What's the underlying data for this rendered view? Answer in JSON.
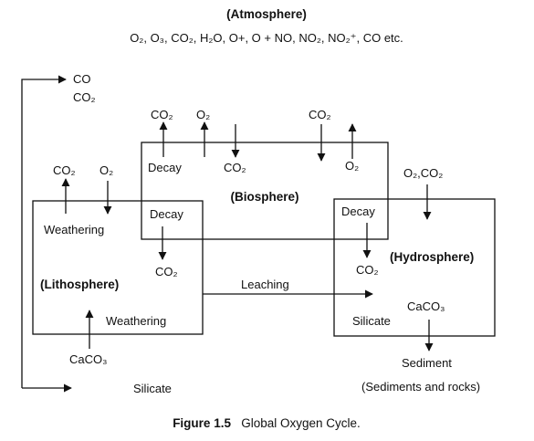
{
  "atmosphere": {
    "title": "(Atmosphere)",
    "species": "O₂, O₃, CO₂, H₂O, O+, O + NO, NO₂, NO₂⁺, CO etc."
  },
  "top_left": {
    "co": "CO",
    "co2": "CO₂"
  },
  "biosphere": {
    "title": "(Biosphere)",
    "top_co2_left": "CO₂",
    "top_o2_left": "O₂",
    "top_co2_right": "CO₂",
    "decay": "Decay",
    "inner_co2": "CO₂",
    "inner_o2": "O₂"
  },
  "lithosphere": {
    "title": "(Lithosphere)",
    "top_co2": "CO₂",
    "top_o2": "O₂",
    "weathering_top": "Weathering",
    "decay": "Decay",
    "co2": "CO₂",
    "weathering_bottom": "Weathering",
    "caco3": "CaCO₃",
    "silicate": "Silicate"
  },
  "leaching": "Leaching",
  "hydrosphere": {
    "title": "(Hydrosphere)",
    "o2co2": "O₂,CO₂",
    "decay": "Decay",
    "co2": "CO₂",
    "caco3": "CaCO₃",
    "silicate": "Silicate",
    "sediment": "Sediment",
    "sediments_rocks": "(Sediments and rocks)"
  },
  "caption": {
    "number": "Figure 1.5",
    "text": "Global Oxygen Cycle."
  }
}
